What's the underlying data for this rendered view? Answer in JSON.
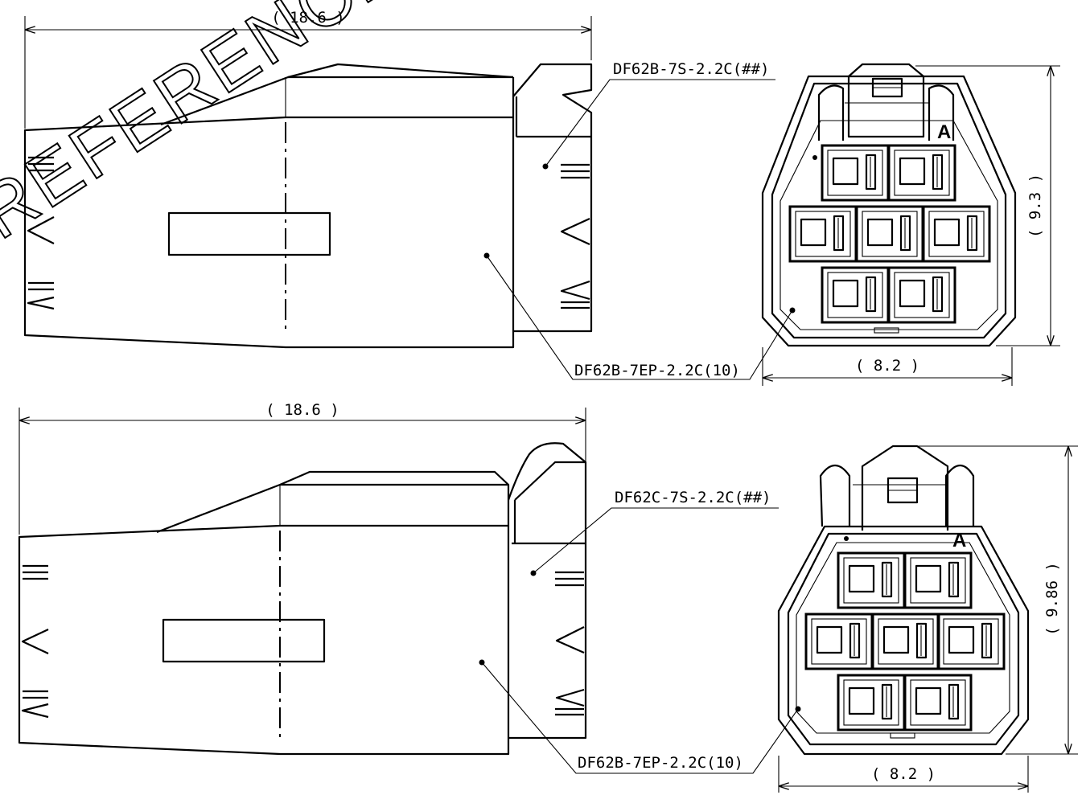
{
  "watermark": "REFERENCE",
  "top_view": {
    "width_dim": "( 18.6 )",
    "label_housing": "DF62B-7S-2.2C(##)",
    "label_contact": "DF62B-7EP-2.2C(10)",
    "height_dim": "( 9.3 )",
    "face_width_dim": "( 8.2 )",
    "pin_marker": "A"
  },
  "bottom_view": {
    "width_dim": "( 18.6 )",
    "label_housing": "DF62C-7S-2.2C(##)",
    "label_contact": "DF62B-7EP-2.2C(10)",
    "height_dim": "( 9.86 )",
    "face_width_dim": "( 8.2 )",
    "pin_marker": "A"
  }
}
